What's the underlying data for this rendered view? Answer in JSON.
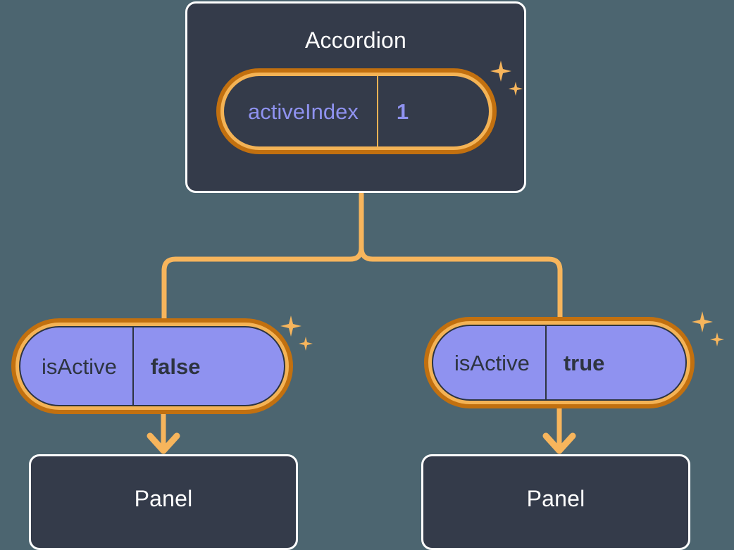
{
  "theme": {
    "background": "#4c6570",
    "card_fill": "#343b4a",
    "card_border": "#ffffff",
    "accent_amber": "#f7b55c",
    "accent_amber_deep": "#c2700f",
    "accent_indigo": "#8f92f0",
    "text_dark": "#2d3440",
    "text_light": "#ffffff"
  },
  "diagram": {
    "type": "component-state-tree",
    "root": {
      "name": "root-component",
      "title": "Accordion",
      "state": {
        "key": "activeIndex",
        "value": "1"
      },
      "sparkle": "sparkle-icon"
    },
    "children": [
      {
        "name": "branch-left",
        "prop": {
          "key": "isActive",
          "value": "false"
        },
        "sparkle": "sparkle-icon",
        "component": {
          "title": "Panel"
        }
      },
      {
        "name": "branch-right",
        "prop": {
          "key": "isActive",
          "value": "true"
        },
        "sparkle": "sparkle-icon",
        "component": {
          "title": "Panel"
        }
      }
    ]
  }
}
